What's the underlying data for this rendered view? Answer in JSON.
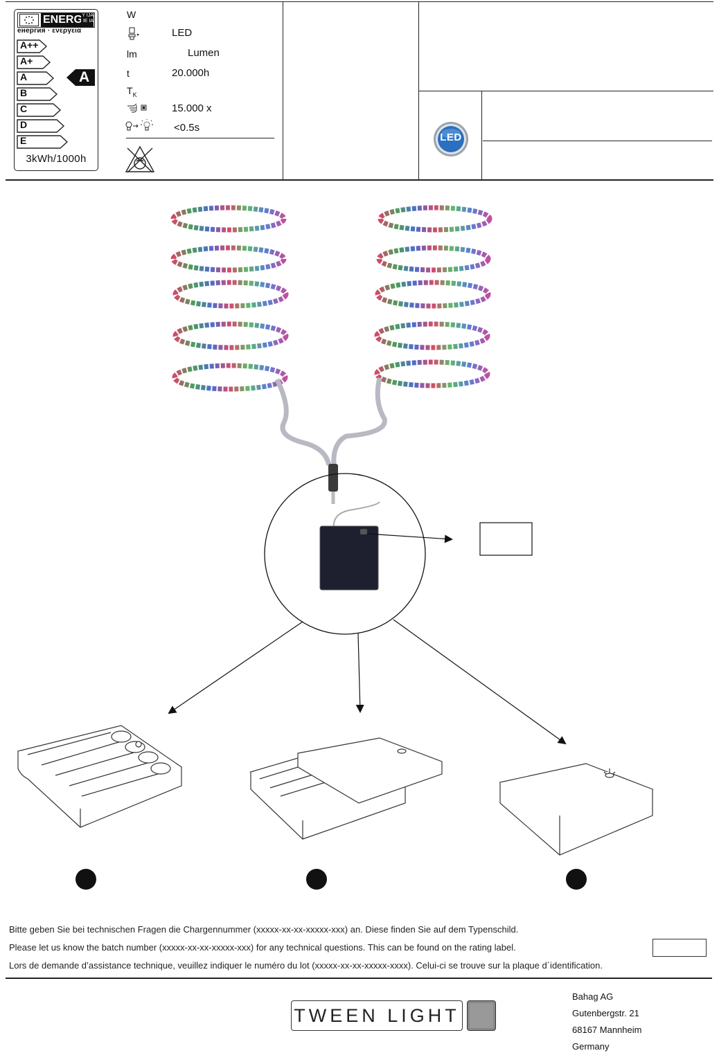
{
  "energy_label": {
    "energy_word": "ENERG",
    "energy_suffix_top": "Y IJA",
    "energy_suffix_bottom": "IE IA",
    "subtitle": "енергия · ενεργεια",
    "classes": [
      "A++",
      "A+",
      "A",
      "B",
      "C",
      "D",
      "E"
    ],
    "selected_class": "A",
    "consumption": "3kWh/1000h"
  },
  "specs": {
    "watt_symbol": "W",
    "lamp_type": "LED",
    "lumen_symbol": "lm",
    "lumen_value": "Lumen",
    "life_symbol": "t",
    "life_value": "20.000h",
    "temp_symbol": "T",
    "temp_sub": "K",
    "switch_cycles": "15.000 x",
    "warmup_time": "<0.5s"
  },
  "led_badge": "LED",
  "colors": {
    "line": "#222222",
    "led_badge": "#2a6fc0",
    "battery_box": "#1e2030"
  },
  "notes": {
    "de": "Bitte geben Sie bei technischen Fragen die Chargennummer (xxxxx-xx-xx-xxxxx-xxx) an. Diese finden Sie auf dem Typenschild.",
    "en": "Please let us know the batch number (xxxxx-xx-xx-xxxxx-xxx) for any technical questions. This can be found on the rating label.",
    "fr": "Lors de demande d’assistance technique, veuillez indiquer le numéro du lot (xxxxx-xx-xx-xxxxx-xxxx). Celui-ci se trouve sur la plaque d´identification."
  },
  "brand": {
    "logo_text": "TWEEN LIGHT"
  },
  "address": {
    "company": "Bahag AG",
    "street": "Gutenbergstr. 21",
    "city": "68167 Mannheim",
    "country": "Germany"
  }
}
